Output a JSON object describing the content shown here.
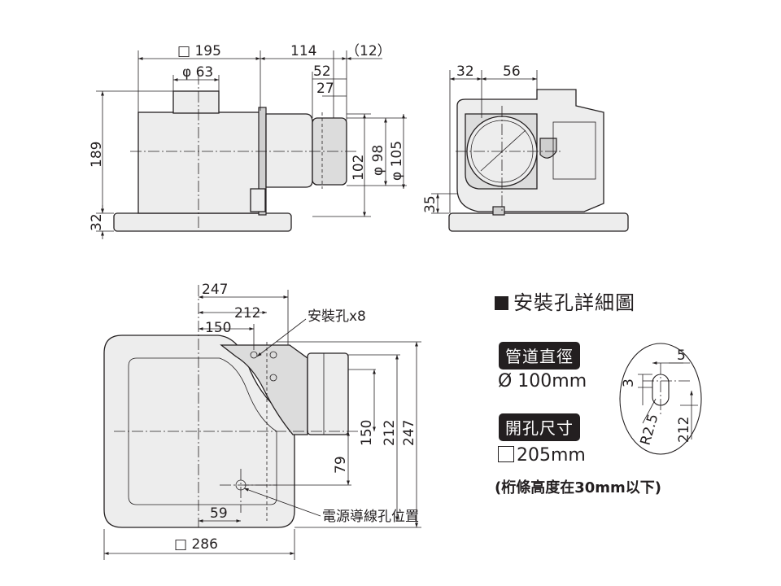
{
  "side_view": {
    "dim_195": "□ 195",
    "dim_phi63": "φ 63",
    "dim_114": "114",
    "dim_12": "（12）",
    "dim_52": "52",
    "dim_27": "27",
    "dim_102": "102",
    "dim_phi98": "φ 98",
    "dim_phi105": "φ 105",
    "dim_189": "189",
    "dim_32": "32"
  },
  "front_view": {
    "dim_32": "32",
    "dim_56": "56",
    "dim_35": "35"
  },
  "plan_view": {
    "dim_247h": "247",
    "dim_212h": "212",
    "dim_150h": "150",
    "label_holes": "安裝孔x8",
    "dim_150v": "150",
    "dim_212v": "212",
    "dim_247v": "247",
    "dim_79": "79",
    "dim_59": "59",
    "dim_286": "□ 286",
    "label_wire_hole": "電源導線孔位置"
  },
  "detail": {
    "title": "安裝孔詳細圖",
    "duct_label": "管道直徑",
    "duct_value": "Ø 100mm",
    "opening_label": "開孔尺寸",
    "opening_value": "205mm",
    "note": "(桁條高度在30mm以下)",
    "dim_5": "5",
    "dim_3": "3",
    "dim_r25": "R2.5",
    "dim_212": "212"
  }
}
